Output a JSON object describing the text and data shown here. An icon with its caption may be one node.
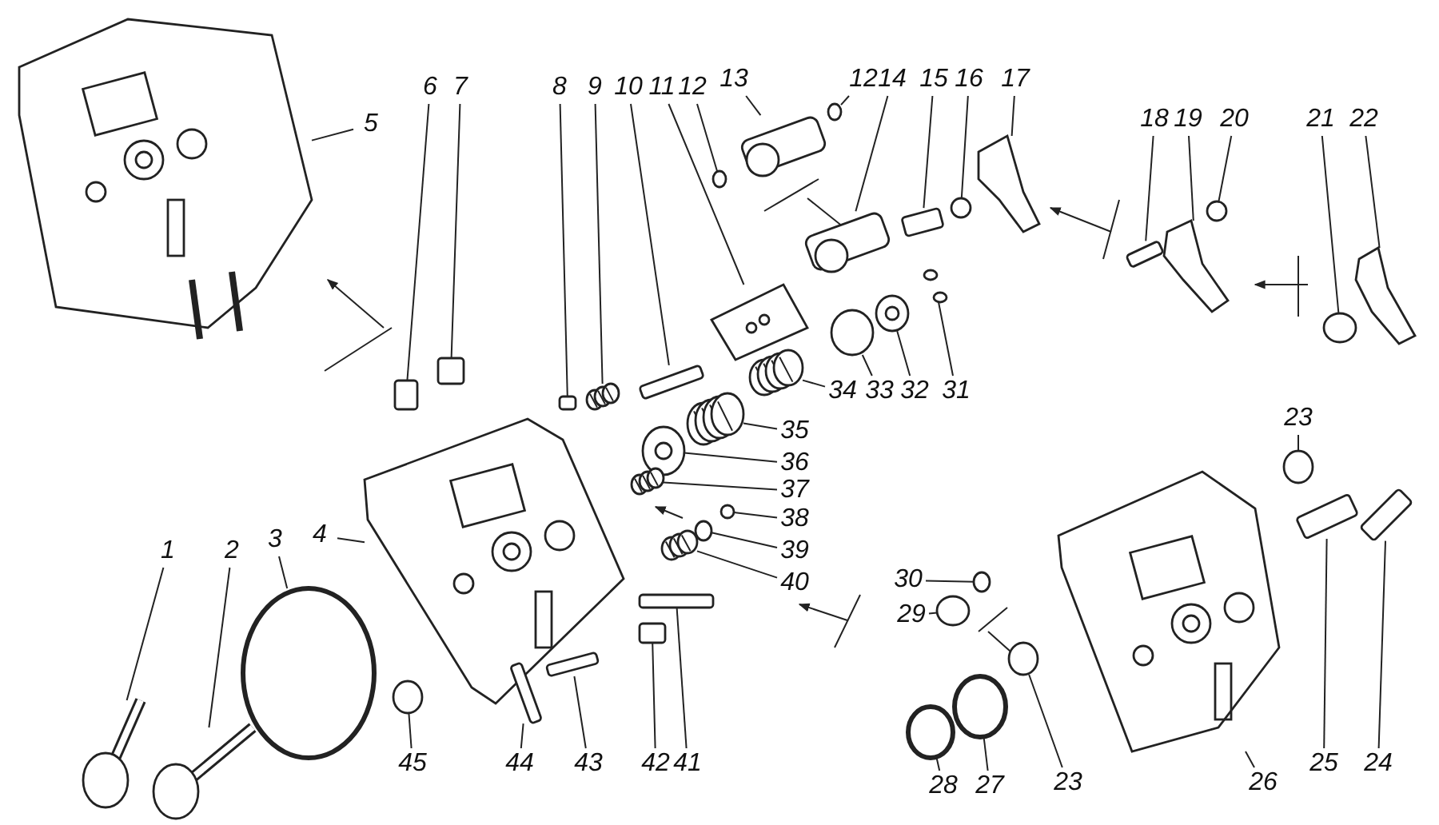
{
  "diagram": {
    "nodes": [
      {
        "text": [
          "5"
        ]
      },
      {
        "text": [
          "6"
        ]
      },
      {
        "text": [
          "7"
        ]
      },
      {
        "text": [
          "8"
        ]
      },
      {
        "text": [
          "9"
        ]
      },
      {
        "text": [
          "10"
        ]
      },
      {
        "text": [
          "11"
        ]
      },
      {
        "text": [
          "12"
        ]
      },
      {
        "text": [
          "13"
        ]
      },
      {
        "text": [
          "12"
        ]
      },
      {
        "text": [
          "14"
        ]
      },
      {
        "text": [
          "15"
        ]
      },
      {
        "text": [
          "16"
        ]
      },
      {
        "text": [
          "17"
        ]
      },
      {
        "text": [
          "18"
        ]
      },
      {
        "text": [
          "19"
        ]
      },
      {
        "text": [
          "20"
        ]
      },
      {
        "text": [
          "21"
        ]
      },
      {
        "text": [
          "22"
        ]
      },
      {
        "text": [
          "23"
        ]
      },
      {
        "text": [
          "34"
        ]
      },
      {
        "text": [
          "33"
        ]
      },
      {
        "text": [
          "32"
        ]
      },
      {
        "text": [
          "31"
        ]
      },
      {
        "text": [
          "35"
        ]
      },
      {
        "text": [
          "36"
        ]
      },
      {
        "text": [
          "37"
        ]
      },
      {
        "text": [
          "38"
        ]
      },
      {
        "text": [
          "39"
        ]
      },
      {
        "text": [
          "40"
        ]
      },
      {
        "text": [
          "30"
        ]
      },
      {
        "text": [
          "29"
        ]
      },
      {
        "text": [
          "1"
        ]
      },
      {
        "text": [
          "2"
        ]
      },
      {
        "text": [
          "3"
        ]
      },
      {
        "text": [
          "4"
        ]
      },
      {
        "text": [
          "45"
        ]
      },
      {
        "text": [
          "44"
        ]
      },
      {
        "text": [
          "43"
        ]
      },
      {
        "text": [
          "42"
        ]
      },
      {
        "text": [
          "41"
        ]
      },
      {
        "text": [
          "28"
        ]
      },
      {
        "text": [
          "27"
        ]
      },
      {
        "text": [
          "23"
        ]
      },
      {
        "text": [
          "26"
        ]
      },
      {
        "text": [
          "25"
        ]
      },
      {
        "text": [
          "24"
        ]
      },
      {
        "text": [],
        "shape": "picture"
      },
      {
        "text": [],
        "shape": "box"
      },
      {
        "text": [],
        "shape": "box"
      },
      {
        "text": [],
        "shape": "box"
      },
      {
        "text": [],
        "shape": "picture"
      },
      {
        "text": [],
        "shape": "box"
      },
      {
        "text": [],
        "shape": "picture"
      },
      {
        "text": [],
        "shape": "circle"
      },
      {
        "text": [],
        "shape": "picture"
      },
      {
        "text": [],
        "shape": "circle"
      },
      {
        "text": [],
        "shape": "picture"
      },
      {
        "text": [],
        "shape": "box"
      },
      {
        "text": [],
        "shape": "circle"
      },
      {
        "text": [],
        "shape": "picture"
      },
      {
        "text": [],
        "shape": "box"
      },
      {
        "text": [],
        "shape": "picture"
      },
      {
        "text": [],
        "shape": "circle"
      },
      {
        "text": [],
        "shape": "circle"
      },
      {
        "text": [],
        "shape": "picture"
      },
      {
        "text": [],
        "shape": "circle"
      },
      {
        "text": [],
        "shape": "picture"
      },
      {
        "text": [],
        "shape": "circle"
      },
      {
        "text": [],
        "shape": "picture"
      },
      {
        "text": [],
        "shape": "picture"
      },
      {
        "text": [],
        "shape": "picture"
      },
      {
        "text": [],
        "shape": "picture"
      },
      {
        "text": [],
        "shape": "picture"
      },
      {
        "text": [],
        "shape": "circle"
      },
      {
        "text": [],
        "shape": "circle"
      },
      {
        "text": [],
        "shape": "picture"
      },
      {
        "text": [],
        "shape": "circle"
      },
      {
        "text": [],
        "shape": "circle"
      },
      {
        "text": [],
        "shape": "picture"
      },
      {
        "text": [],
        "shape": "picture"
      },
      {
        "text": [],
        "shape": "circle"
      },
      {
        "text": [],
        "shape": "picture"
      },
      {
        "text": [],
        "shape": "circle"
      },
      {
        "text": [],
        "shape": "box"
      },
      {
        "text": [],
        "shape": "box"
      },
      {
        "text": [],
        "shape": "box"
      },
      {
        "text": [],
        "shape": "box"
      },
      {
        "text": [],
        "shape": "circle"
      },
      {
        "text": [],
        "shape": "circle"
      },
      {
        "text": [],
        "shape": "circle"
      },
      {
        "text": [],
        "shape": "picture"
      },
      {
        "text": [],
        "shape": "box"
      },
      {
        "text": [],
        "shape": "box"
      }
    ],
    "edges": [
      {
        "from": 0,
        "to": 47,
        "arrow": "none"
      },
      {
        "from": 1,
        "to": 48,
        "arrow": "none"
      },
      {
        "from": 2,
        "to": 49,
        "arrow": "none"
      },
      {
        "from": 3,
        "to": 50,
        "arrow": "none"
      },
      {
        "from": 4,
        "to": 51,
        "arrow": "none"
      },
      {
        "from": 5,
        "to": 52,
        "arrow": "none"
      },
      {
        "from": 6,
        "to": 53,
        "arrow": "none"
      },
      {
        "from": 7,
        "to": 54,
        "arrow": "none"
      },
      {
        "from": 8,
        "to": 55,
        "arrow": "none"
      },
      {
        "from": 9,
        "to": 56,
        "arrow": "none"
      },
      {
        "from": 10,
        "to": 57,
        "arrow": "none"
      },
      {
        "from": 11,
        "to": 58,
        "arrow": "none"
      },
      {
        "from": 12,
        "to": 59,
        "arrow": "none"
      },
      {
        "from": 13,
        "to": 60,
        "arrow": "none"
      },
      {
        "from": 14,
        "to": 61,
        "arrow": "none"
      },
      {
        "from": 15,
        "to": 62,
        "arrow": "none"
      },
      {
        "from": 16,
        "to": 63,
        "arrow": "none"
      },
      {
        "from": 17,
        "to": 64,
        "arrow": "none"
      },
      {
        "from": 18,
        "to": 65,
        "arrow": "none"
      },
      {
        "from": 19,
        "to": 66,
        "arrow": "none"
      },
      {
        "from": 20,
        "to": 67,
        "arrow": "none"
      },
      {
        "from": 21,
        "to": 68,
        "arrow": "none"
      },
      {
        "from": 22,
        "to": 69,
        "arrow": "none"
      },
      {
        "from": 23,
        "to": 70,
        "arrow": "none"
      },
      {
        "from": 24,
        "to": 71,
        "arrow": "none"
      },
      {
        "from": 25,
        "to": 72,
        "arrow": "none"
      },
      {
        "from": 26,
        "to": 73,
        "arrow": "none"
      },
      {
        "from": 27,
        "to": 74,
        "arrow": "none"
      },
      {
        "from": 28,
        "to": 75,
        "arrow": "none"
      },
      {
        "from": 29,
        "to": 76,
        "arrow": "none"
      },
      {
        "from": 30,
        "to": 77,
        "arrow": "none"
      },
      {
        "from": 31,
        "to": 78,
        "arrow": "none"
      },
      {
        "from": 32,
        "to": 79,
        "arrow": "none"
      },
      {
        "from": 33,
        "to": 80,
        "arrow": "none"
      },
      {
        "from": 34,
        "to": 81,
        "arrow": "none"
      },
      {
        "from": 35,
        "to": 82,
        "arrow": "none"
      },
      {
        "from": 36,
        "to": 83,
        "arrow": "none"
      },
      {
        "from": 37,
        "to": 84,
        "arrow": "none"
      },
      {
        "from": 38,
        "to": 85,
        "arrow": "none"
      },
      {
        "from": 39,
        "to": 86,
        "arrow": "none"
      },
      {
        "from": 40,
        "to": 87,
        "arrow": "none"
      },
      {
        "from": 41,
        "to": 88,
        "arrow": "none"
      },
      {
        "from": 42,
        "to": 89,
        "arrow": "none"
      },
      {
        "from": 43,
        "to": 90,
        "arrow": "none"
      },
      {
        "from": 44,
        "to": 91,
        "arrow": "none"
      },
      {
        "from": 45,
        "to": 92,
        "arrow": "none"
      },
      {
        "from": 46,
        "to": 93,
        "arrow": "none"
      }
    ]
  }
}
